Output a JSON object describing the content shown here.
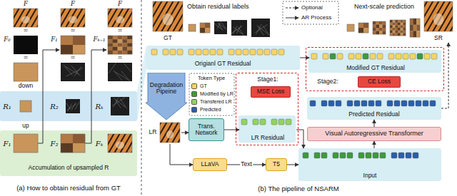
{
  "diagram": {
    "nodes": [
      {
        "text": [
          "R₁",
          "R₂",
          "Rₖ"
        ]
      },
      {
        "text": [
          "F₁",
          "F₂",
          "Fₖ",
          "Accumulation of upsampled R"
        ]
      },
      {
        "text": [
          "GT"
        ]
      },
      {
        "text": [
          "SR"
        ]
      },
      {
        "text": [
          "Origianl GT Residual"
        ]
      },
      {
        "text": [
          "Degradation Pipeine"
        ]
      },
      {
        "text": [
          "Trans. Network"
        ]
      },
      {
        "text": [
          "Stage1:"
        ]
      },
      {
        "text": [
          "MSE Loss"
        ],
        "in": 7
      },
      {
        "text": [
          "LR Residual"
        ],
        "in": 7
      },
      {
        "text": [
          "LR"
        ]
      },
      {
        "text": [
          "LLaVA"
        ]
      },
      {
        "text": [
          "T5"
        ]
      },
      {
        "text": [
          "Input"
        ]
      },
      {
        "text": [
          "Visual Autoregressive Transformer"
        ]
      },
      {
        "text": [
          "Predicted Residual"
        ]
      },
      {
        "text": [
          "Stage2:"
        ]
      },
      {
        "text": [
          "Modified GT Residual"
        ],
        "in": 16
      },
      {
        "text": [
          "CE Loss"
        ],
        "in": 16
      }
    ],
    "edges": [
      {
        "from": 10,
        "to": 6,
        "arrow": "to"
      },
      {
        "from": 6,
        "to": 9,
        "arrow": "to"
      },
      {
        "from": 10,
        "to": 11,
        "arrow": "to"
      },
      {
        "from": 11,
        "to": 12,
        "label": "Text",
        "arrow": "to"
      },
      {
        "from": 12,
        "to": 13,
        "arrow": "to"
      },
      {
        "from": 9,
        "to": 13,
        "arrow": "to"
      },
      {
        "from": 13,
        "to": 14,
        "arrow": "to"
      },
      {
        "from": 14,
        "to": 15,
        "arrow": "to"
      },
      {
        "from": 4,
        "to": 17,
        "arrow": "to"
      },
      {
        "from": 15,
        "to": 3,
        "arrow": "to"
      }
    ],
    "labels": [
      "F",
      "F",
      "F",
      "=",
      "=",
      "=",
      "F₀",
      "F₁",
      "Fₖ₋₁",
      "=",
      "=",
      "=",
      "down",
      "up",
      "(a) How to obtain residual from GT",
      "Obtain residual labels",
      "Optional",
      "AR Process",
      "Next-scale prediction",
      "Token Type",
      "(b) The pipeline of NSARM"
    ],
    "legend": [
      {
        "text": "GT",
        "color": "#f7d46a"
      },
      {
        "text": "Modified by LR",
        "color": "#3f9a3c"
      },
      {
        "text": "Transfered LR",
        "color": "#93d35f"
      },
      {
        "text": "Predicted",
        "color": "#2d5fa8"
      }
    ]
  }
}
